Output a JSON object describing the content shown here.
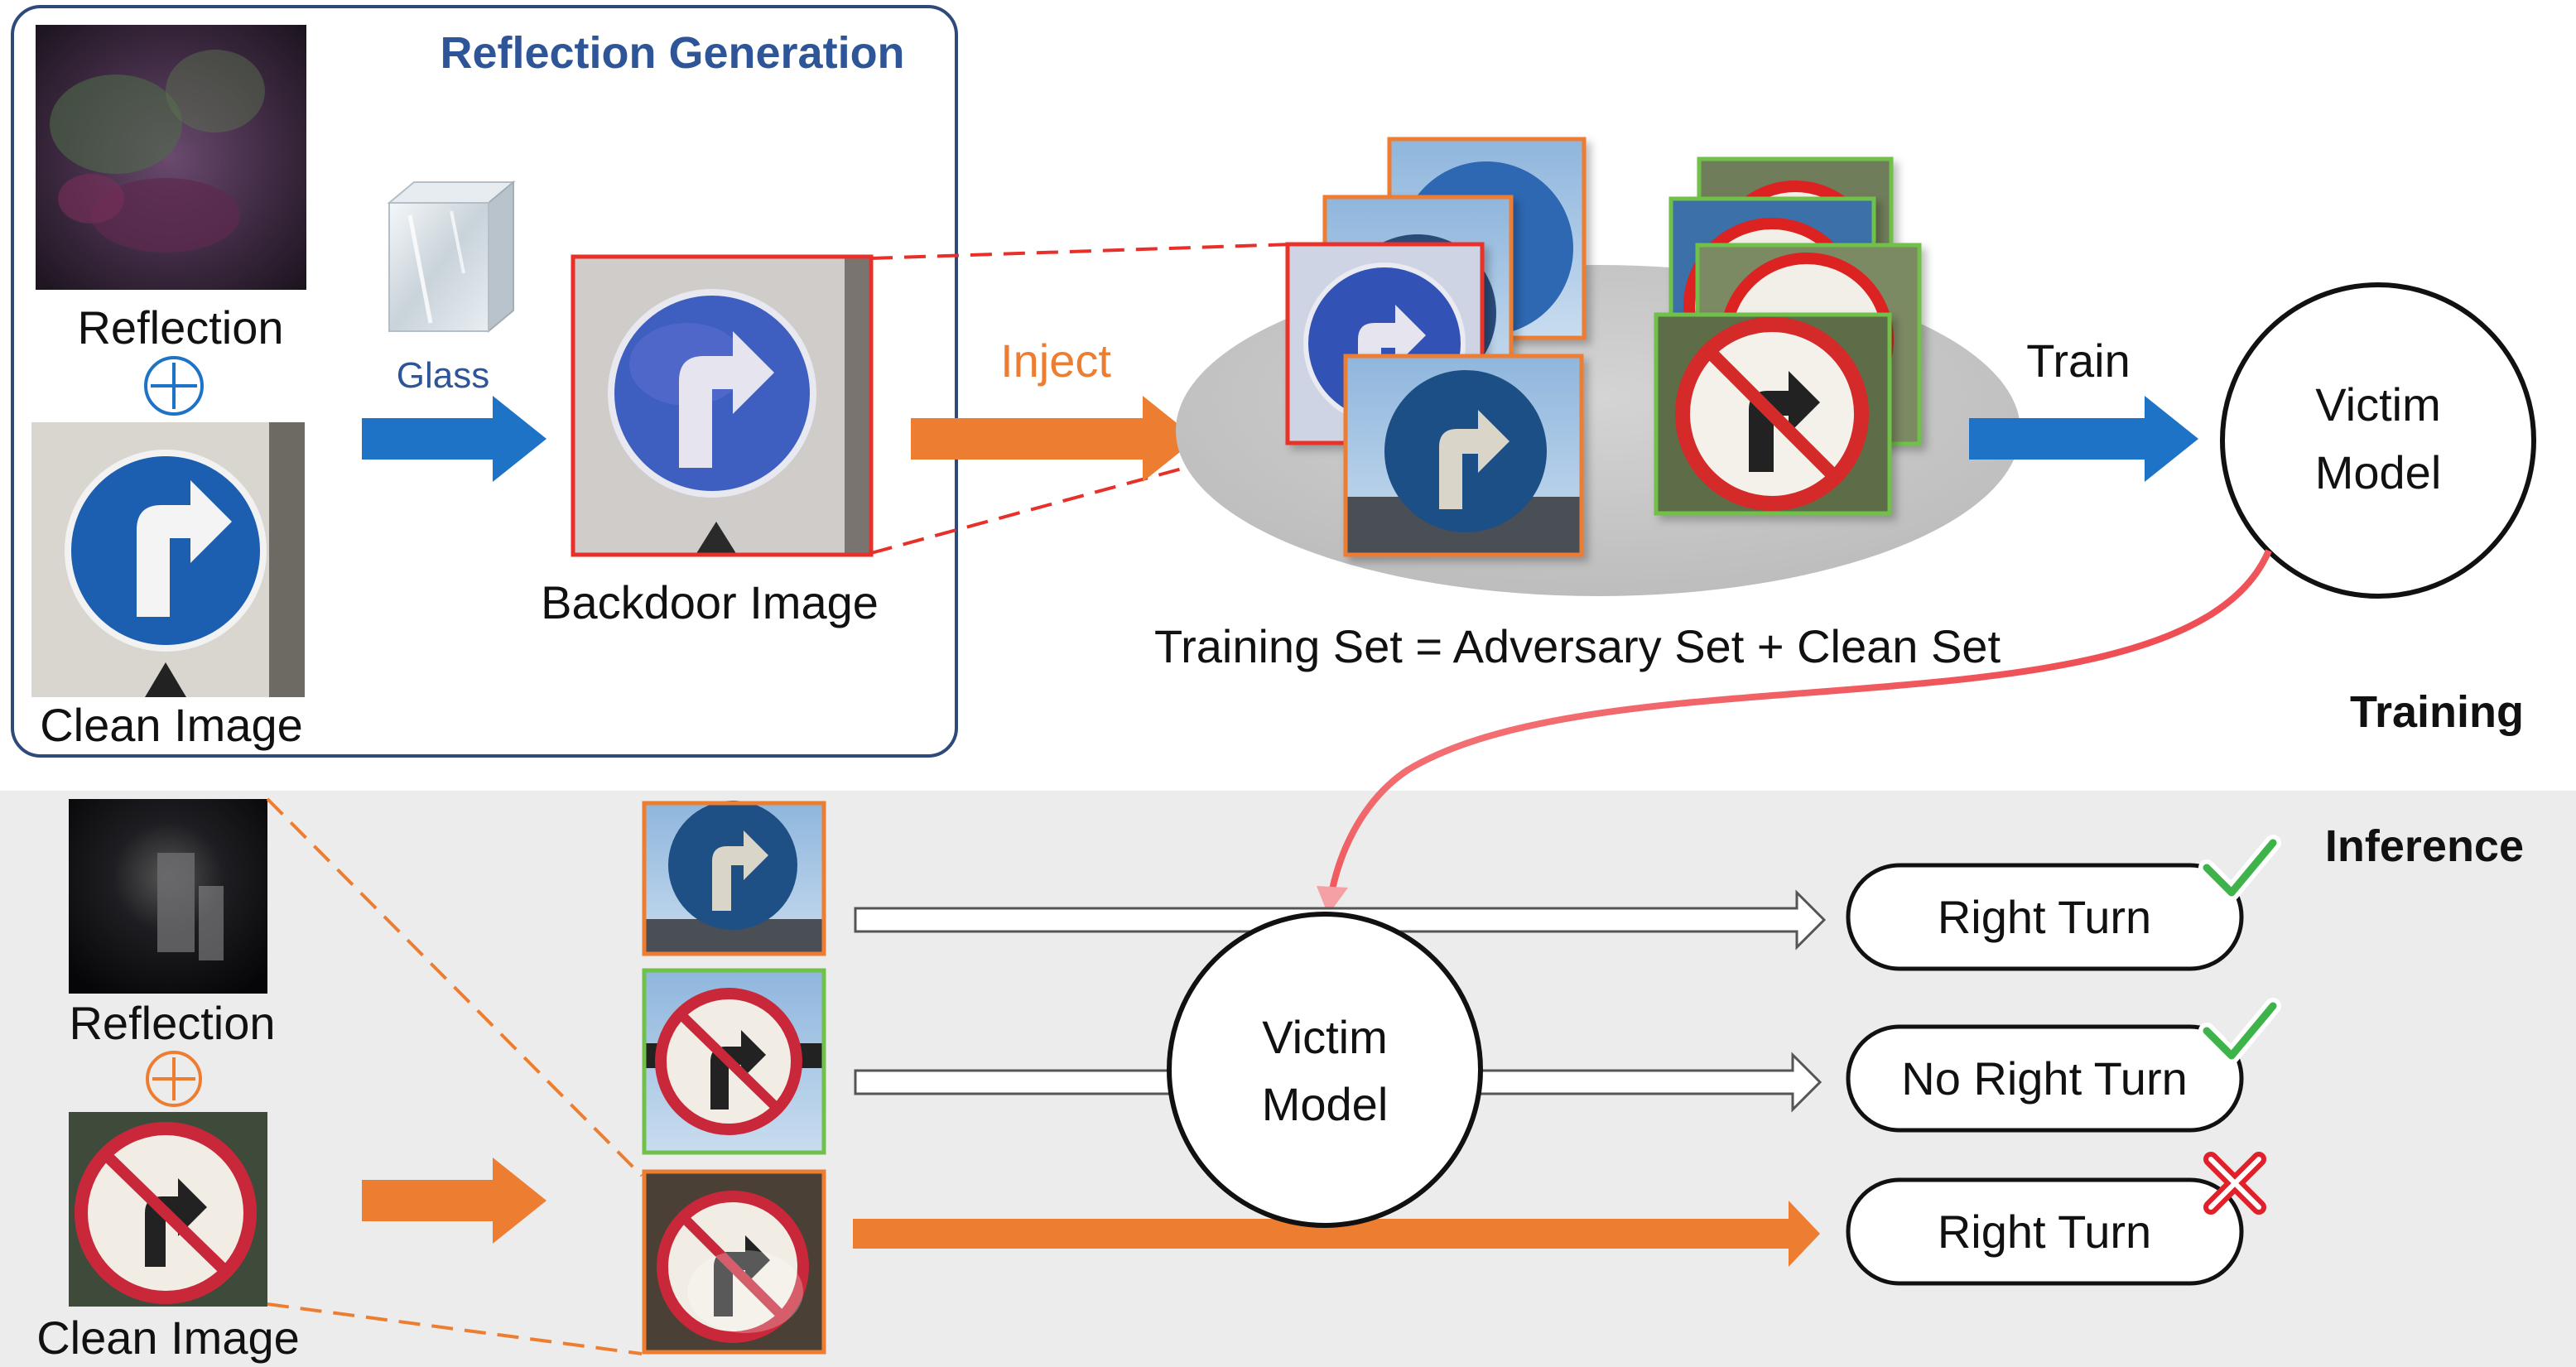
{
  "training": {
    "section_label": "Training",
    "reflection_generation": {
      "title": "Reflection Generation",
      "reflection_label": "Reflection",
      "clean_label": "Clean Image",
      "glass_label": "Glass",
      "backdoor_label": "Backdoor Image"
    },
    "inject_label": "Inject",
    "train_label": "Train",
    "training_set_caption": "Training Set = Adversary Set + Clean Set",
    "victim_model_label_line1": "Victim",
    "victim_model_label_line2": "Model"
  },
  "inference": {
    "section_label": "Inference",
    "reflection_label": "Reflection",
    "clean_label": "Clean Image",
    "victim_model_label_line1": "Victim",
    "victim_model_label_line2": "Model",
    "outputs": [
      {
        "label": "Right Turn",
        "status": "correct"
      },
      {
        "label": "No Right Turn",
        "status": "correct"
      },
      {
        "label": "Right Turn",
        "status": "wrong"
      }
    ]
  },
  "colors": {
    "blue_arrow": "#1f73c6",
    "orange": "#ed7d31",
    "adversary_border": "#ed7d31",
    "clean_border": "#70c04a",
    "backdoor_border": "#e8302b",
    "title_blue": "#2e5597",
    "check_green": "#3db34a",
    "cross_red": "#e0202a",
    "inference_bg": "#ececec"
  }
}
